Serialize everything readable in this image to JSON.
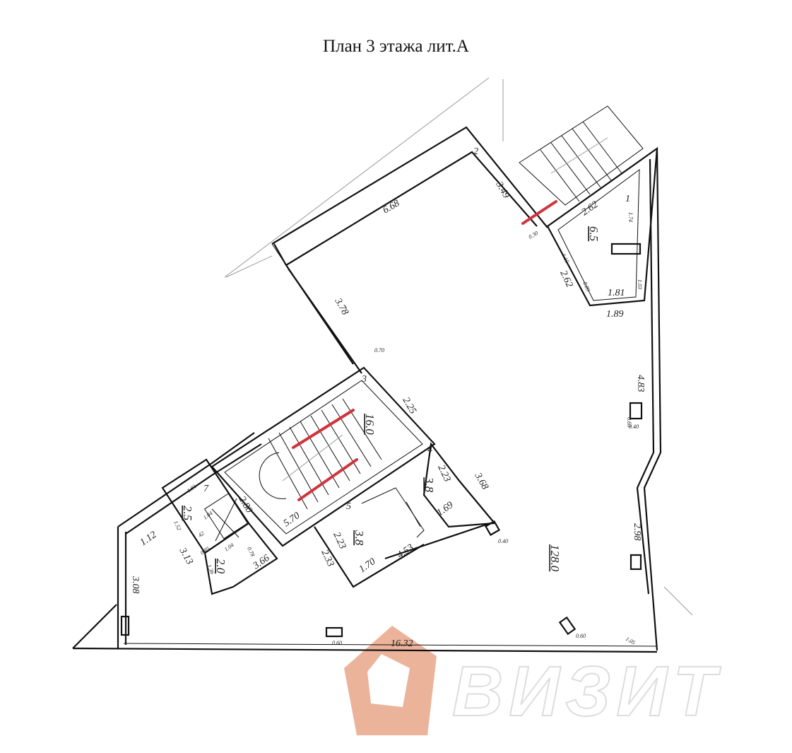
{
  "title": "План 3 этажа лит.А",
  "watermark": {
    "text": "ВИЗИТ",
    "color": "#e9a68a"
  },
  "accent_color": "#d0343c",
  "areas": {
    "main_hall": "128.0",
    "stair_hall": "16.0",
    "triangle_room": "6.5",
    "room_4": "3.8",
    "room_5": "3.8",
    "room_7": "2.5",
    "wc": "2.0"
  },
  "room_numbers": {
    "r1": "1",
    "r2": "2",
    "r3": "3",
    "r4": "4",
    "r5": "5",
    "r7": "7"
  },
  "dims": {
    "d668": "6.68",
    "d349": "3.49",
    "d378": "3.78",
    "d225": "2.25",
    "d570": "5.70",
    "d280": "2.80",
    "d366": "3.66",
    "d223a": "2.23",
    "d368": "3.68",
    "d169": "1.69",
    "d453": "4.53",
    "d170": "1.70",
    "d223b": "2.23",
    "d233": "2.33",
    "d112": "1.12",
    "d313": "3.13",
    "d308": "3.08",
    "d1632": "16.32",
    "d483": "4.83",
    "d298": "2.98",
    "d262a": "2.62",
    "d262b": "2.62",
    "d174": "1.74",
    "d115": "1.15",
    "d181": "1.81",
    "d189": "1.89",
    "d103": "1.03",
    "d089": "0.89",
    "d191": "1.91",
    "d152": "1.52",
    "d104": "1.04",
    "d085": "0.85",
    "d136": "1.36",
    "d078": "0.78",
    "d104b": "1.04",
    "d042": "42",
    "d105": "1.05",
    "d070": "0.70",
    "d060a": "0.60",
    "d060b": "0.60",
    "d060c": "0.60",
    "d040": "0.40",
    "d040b": "0.40",
    "d030": "0.30"
  }
}
